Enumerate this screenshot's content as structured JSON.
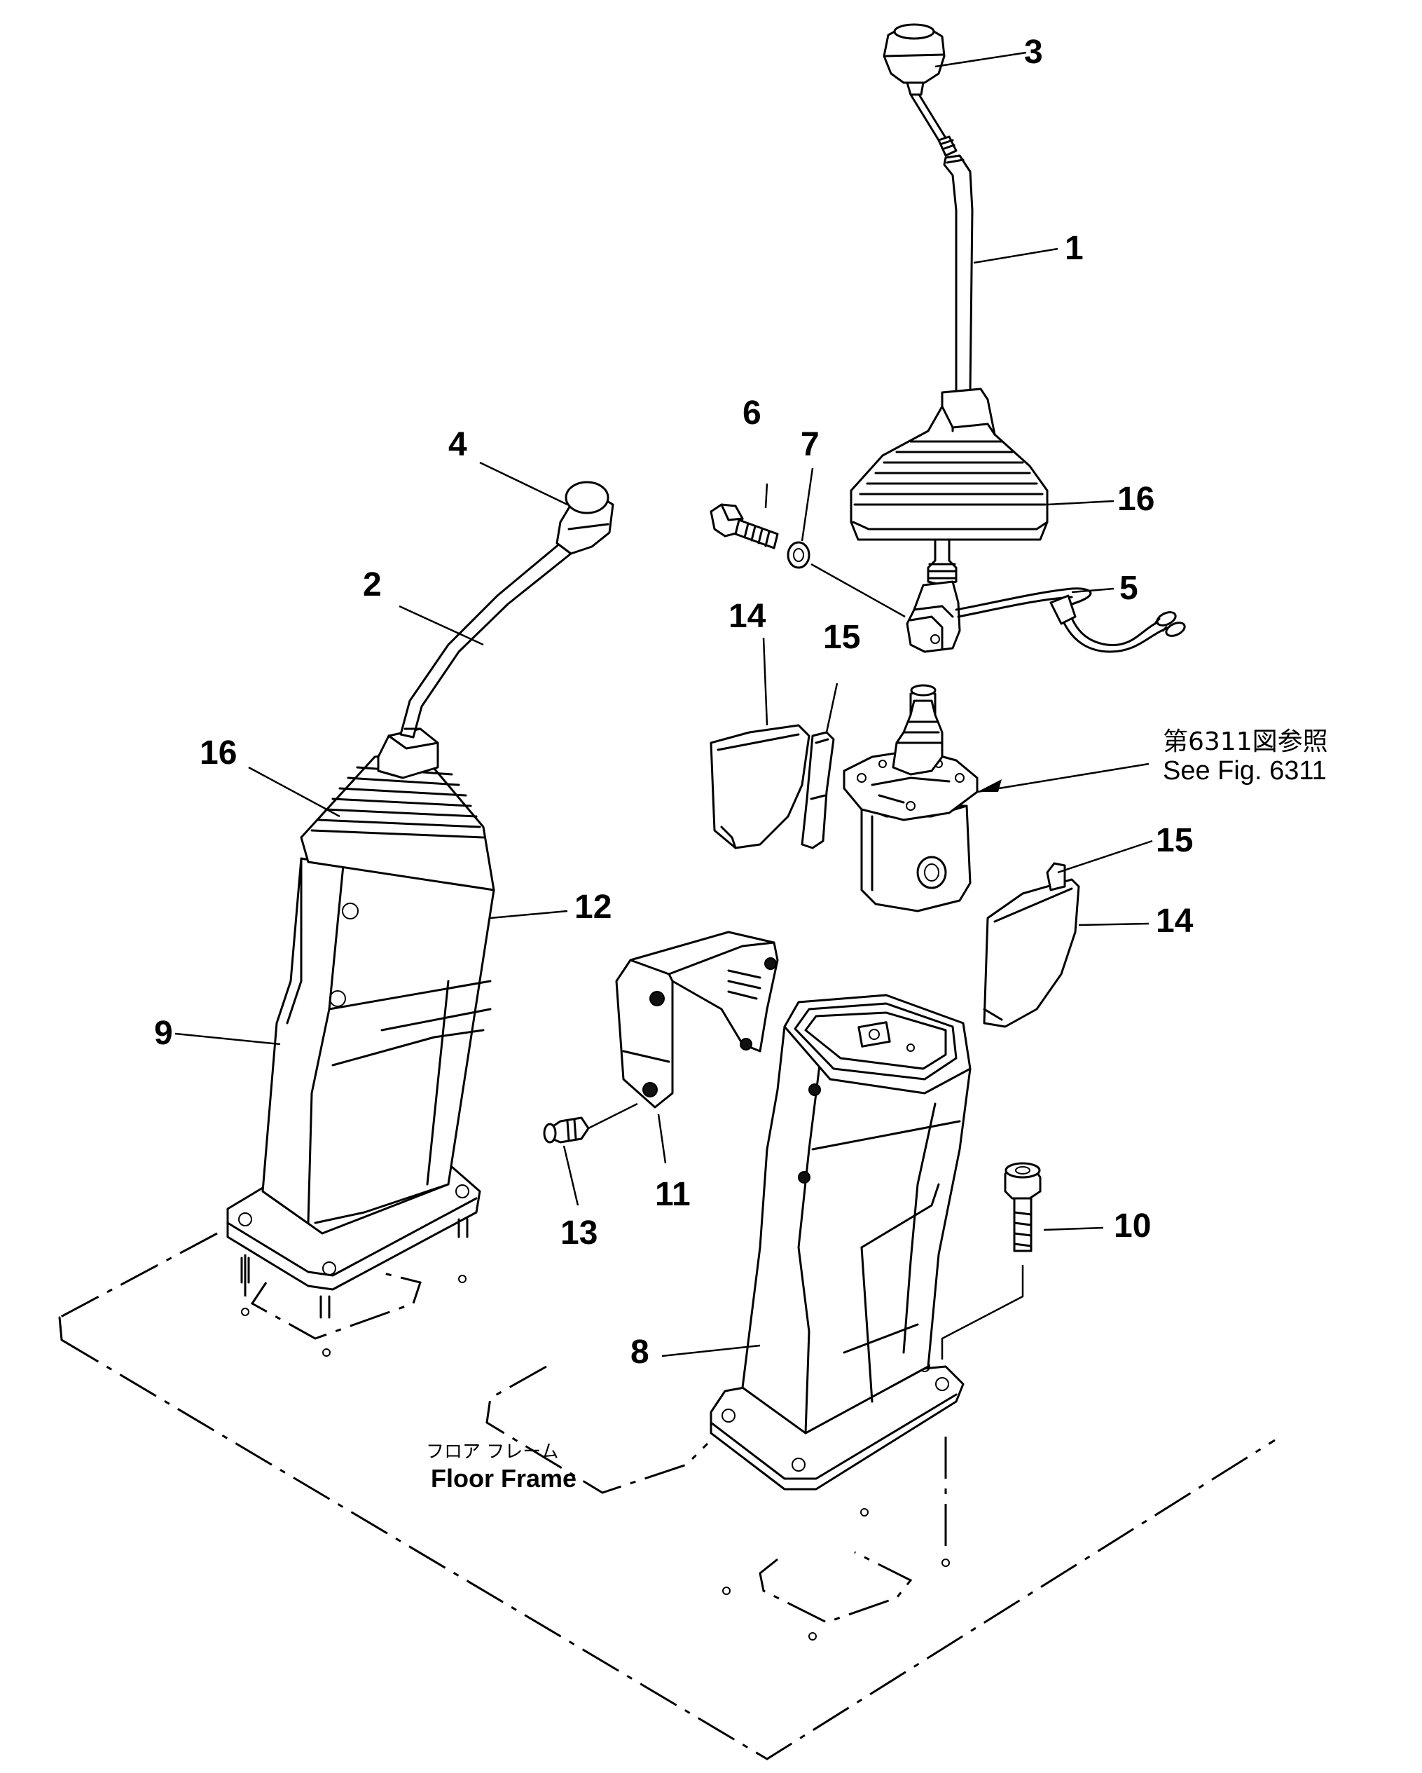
{
  "callouts": {
    "c1": "1",
    "c2": "2",
    "c3": "3",
    "c4": "4",
    "c5": "5",
    "c6": "6",
    "c7": "7",
    "c8": "8",
    "c9": "9",
    "c10": "10",
    "c11": "11",
    "c12": "12",
    "c13": "13",
    "c14a": "14",
    "c14b": "14",
    "c15a": "15",
    "c15b": "15",
    "c16a": "16",
    "c16b": "16"
  },
  "reference": {
    "jp": "第6311図参照",
    "en": "See Fig. 6311"
  },
  "floor": {
    "jp": "フロア フレーム",
    "en": "Floor Frame"
  }
}
